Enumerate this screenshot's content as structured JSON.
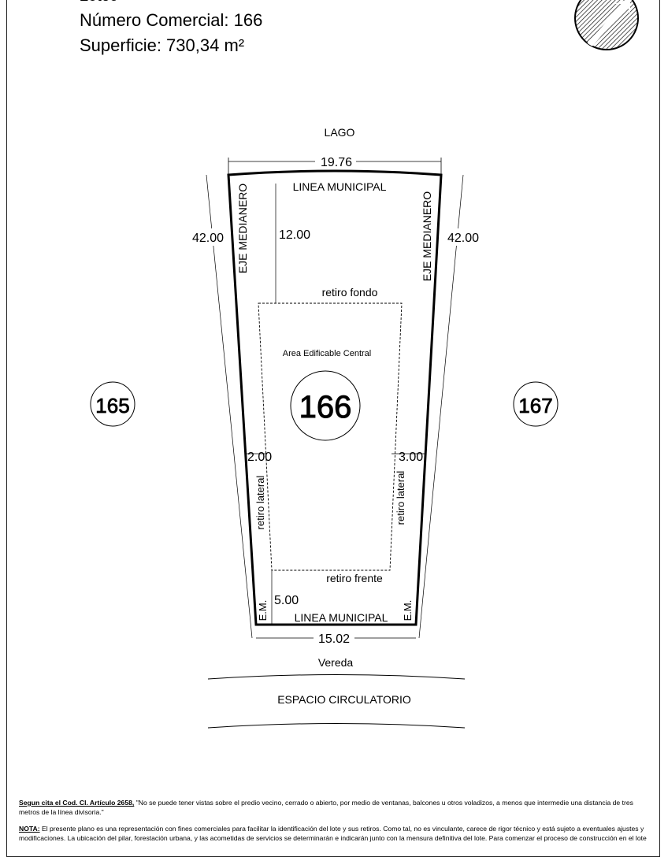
{
  "header": {
    "subdivision": "Loteo",
    "commercial_number": "Número Comercial: 166",
    "area": "Superficie: 730,34 m²"
  },
  "plan": {
    "top_neighbor": "LAGO",
    "top_width": "19.76",
    "top_line": "LINEA MUNICIPAL",
    "left_side_length": "42.00",
    "right_side_length": "42.00",
    "left_edge_label": "EJE MEDIANERO",
    "right_edge_label": "EJE MEDIANERO",
    "back_setback_value": "12.00",
    "back_setback_label": "retiro fondo",
    "buildable_area_label": "Area Edificable Central",
    "lot_number": "166",
    "left_lot": "165",
    "right_lot": "167",
    "left_setback_value": "2.00",
    "right_setback_value": "3.00",
    "left_setback_label": "retiro lateral",
    "right_setback_label": "retiro lateral",
    "front_setback_label": "retiro frente",
    "front_setback_value": "5.00",
    "bottom_corner_left": "E.M.",
    "bottom_corner_right": "E.M.",
    "bottom_line": "LINEA MUNICIPAL",
    "bottom_width": "15.02",
    "sidewalk": "Vereda",
    "street": "ESPACIO CIRCULATORIO"
  },
  "notes": {
    "citation_key": "Segun cita el Cod. Cl. Artículo 2658,",
    "citation_text": "\"No se puede tener vistas sobre el predio vecino, cerrado o abierto, por medio de ventanas, balcones u otros voladizos, a menos que intermedie una distancia de tres metros de la línea divisoria.\"",
    "note_key": "NOTA:",
    "note_text": "El presente plano es una representación con fines comerciales para facilitar la identificación del lote y sus retiros. Como tal, no es vinculante, carece de rigor técnico y está sujeto a eventuales ajustes y modificaciones. La ubicación del pilar, forestación urbana, y las acometidas de servicios se determinarán e indicarán junto con la mensura definitiva del lote. Para comenzar el proceso de construcción en el lote"
  },
  "colors": {
    "ink": "#000000",
    "hatch": "#111111"
  },
  "icons": {
    "north_arrow": "north-arrow-icon"
  }
}
